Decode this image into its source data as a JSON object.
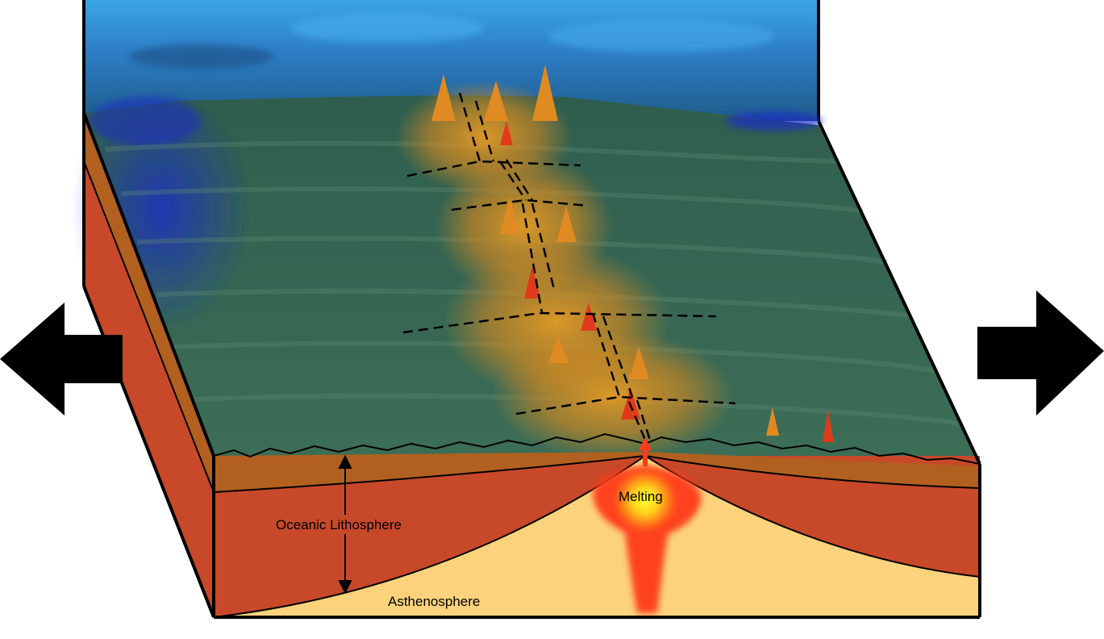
{
  "labels": {
    "melting": "Melting",
    "lithosphere": "Oceanic Lithosphere",
    "asthenosphere": "Asthenosphere"
  },
  "arrows": {
    "left": "arrow-left-icon",
    "right": "arrow-right-icon"
  },
  "colors": {
    "ocean_water": "#2f8fd0",
    "ocean_deep": "#1a3a8a",
    "seafloor_green": "#3d6e57",
    "ridge_orange": "#d98a1e",
    "ridge_red": "#e8321a",
    "crust_brown": "#b2601f",
    "lithosphere_red": "#c8482a",
    "asthenosphere_tan": "#fcd27c",
    "magma_red": "#ff3b1a",
    "magma_yellow": "#fff01a",
    "outline": "#000000"
  }
}
